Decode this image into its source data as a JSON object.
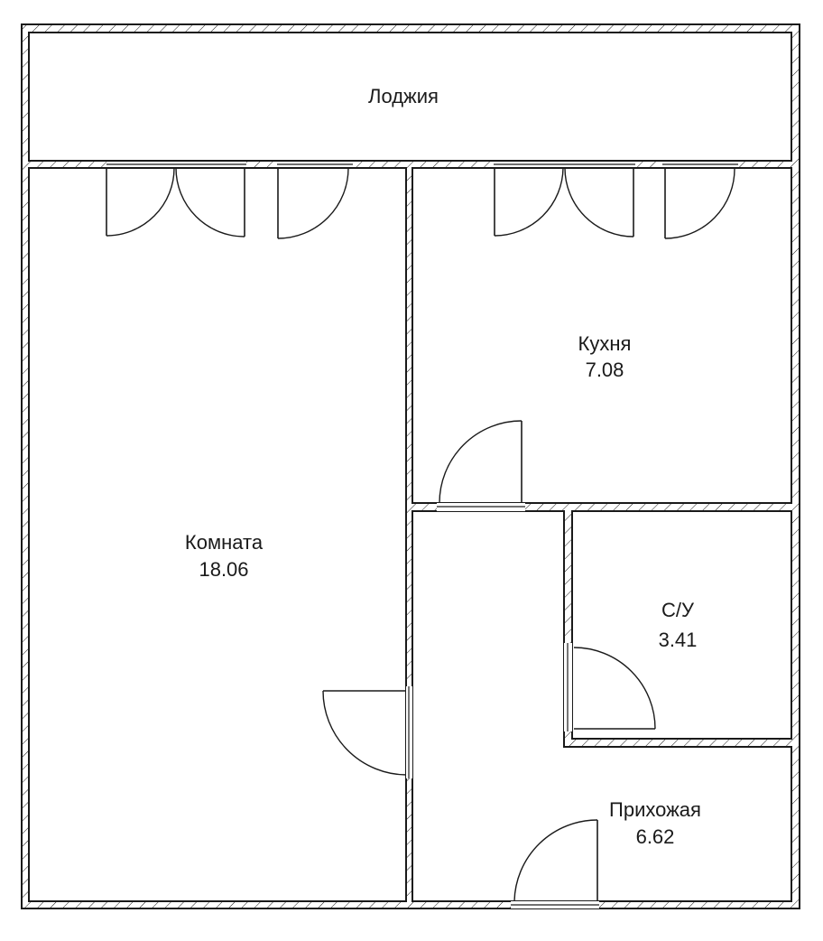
{
  "rooms": {
    "loggia": {
      "name": "Лоджия"
    },
    "kitchen": {
      "name": "Кухня",
      "area": "7.08"
    },
    "living": {
      "name": "Комната",
      "area": "18.06"
    },
    "bathroom": {
      "name": "С/У",
      "area": "3.41"
    },
    "hallway": {
      "name": "Прихожая",
      "area": "6.62"
    }
  },
  "colors": {
    "line": "#1a1a1a",
    "background": "#ffffff"
  }
}
